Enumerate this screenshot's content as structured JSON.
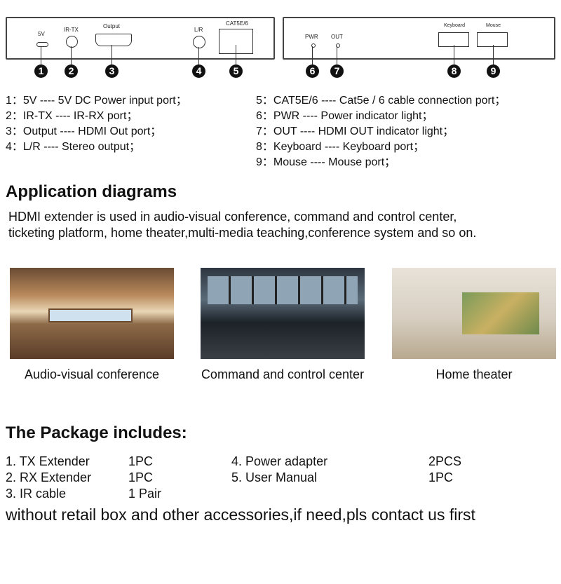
{
  "tx_panel": {
    "labels": {
      "p5v": "5V",
      "irtx": "IR-TX",
      "output": "Output",
      "lr": "L/R",
      "cat": "CAT5E/6"
    }
  },
  "rx_panel": {
    "labels": {
      "pwr": "PWR",
      "out": "OUT",
      "keyboard": "Keyboard",
      "mouse": "Mouse"
    }
  },
  "markers": [
    "1",
    "2",
    "3",
    "4",
    "5",
    "6",
    "7",
    "8",
    "9"
  ],
  "legend": {
    "left": [
      "1：5V ---- 5V DC Power input port；",
      "2：IR-TX ---- IR-RX port；",
      "3：Output ---- HDMI Out port；",
      "4：L/R ---- Stereo output；"
    ],
    "right": [
      "5：CAT5E/6 ---- Cat5e / 6 cable connection port；",
      "6：PWR ---- Power indicator light；",
      "7：OUT ---- HDMI OUT indicator light；",
      "8：Keyboard ---- Keyboard port；",
      "9：Mouse ---- Mouse port；"
    ]
  },
  "application": {
    "title": "Application diagrams",
    "lines": [
      "HDMI extender is used in audio-visual conference, command and control center,",
      "ticketing platform, home theater,multi-media teaching,conference system and so on."
    ],
    "captions": [
      "Audio-visual conference",
      "Command and control center",
      "Home theater"
    ]
  },
  "package": {
    "title": "The Package includes:",
    "items": [
      [
        "1. TX Extender",
        "1PC"
      ],
      [
        "2. RX Extender",
        "1PC"
      ],
      [
        "3. IR cable",
        "1 Pair"
      ],
      [
        "4. Power adapter",
        "2PCS"
      ],
      [
        "5. User Manual",
        "1PC"
      ]
    ],
    "note": "without retail box and other accessories,if need,pls contact us first"
  }
}
